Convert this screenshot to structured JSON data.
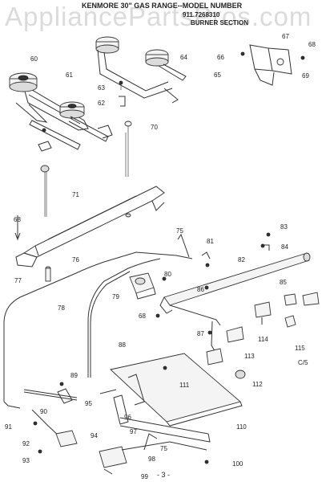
{
  "watermark": "AppliancePartsPros.com",
  "header": {
    "title": "KENMORE 30\" GAS RANGE--MODEL NUMBER",
    "model": "911.7268310",
    "section": "BURNER SECTION"
  },
  "page_number": "- 3 -",
  "corner_mark": "C/5",
  "parts": [
    "60",
    "61",
    "62",
    "63",
    "64",
    "65",
    "66",
    "67",
    "68",
    "69",
    "70",
    "71",
    "68",
    "75",
    "76",
    "77",
    "78",
    "79",
    "80",
    "68",
    "81",
    "82",
    "83",
    "84",
    "85",
    "86",
    "87",
    "88",
    "89",
    "90",
    "91",
    "92",
    "93",
    "94",
    "95",
    "96",
    "97",
    "98",
    "99",
    "100",
    "75",
    "110",
    "111",
    "112",
    "113",
    "114",
    "115"
  ]
}
